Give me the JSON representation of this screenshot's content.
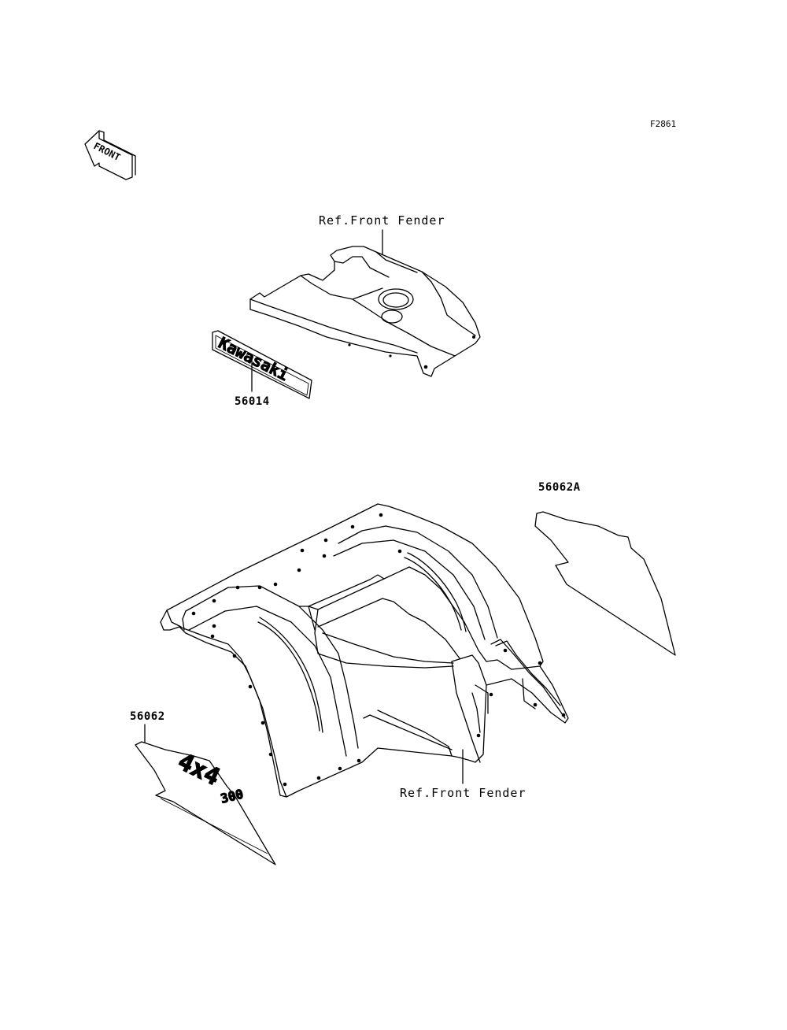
{
  "figure_code": "F2861",
  "front_arrow_text": "FRONT",
  "callouts": {
    "ref_front_fender_top": "Ref.Front Fender",
    "ref_front_fender_bottom": "Ref.Front Fender",
    "part_56014": "56014",
    "part_56062A": "56062A",
    "part_56062": "56062"
  },
  "decal_texts": {
    "kawasaki": "Kawasaki",
    "four_by_four": "4x4",
    "number": "300"
  }
}
